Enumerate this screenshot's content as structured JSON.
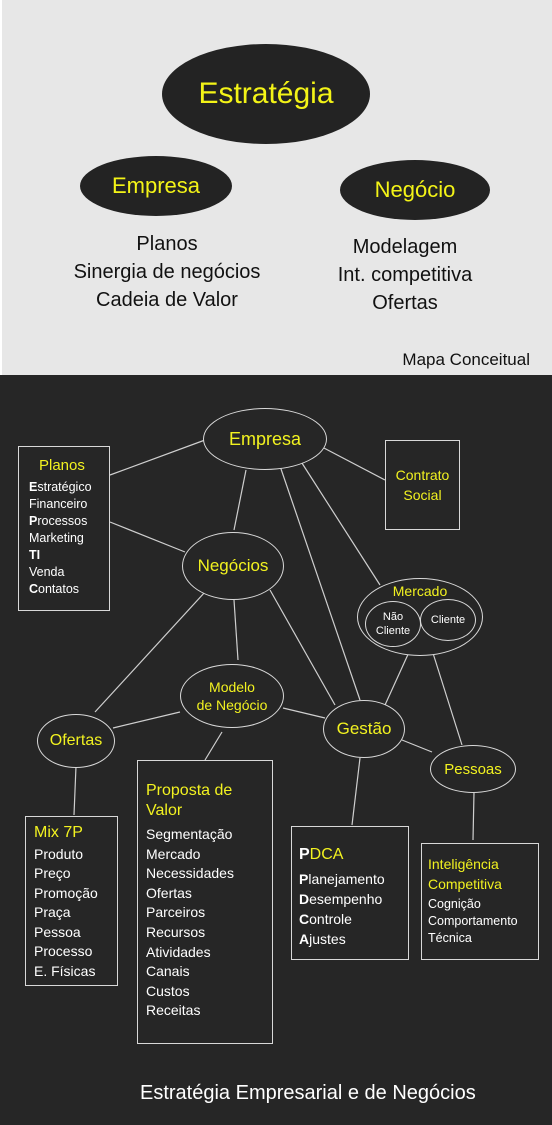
{
  "concept_map": {
    "strategy": "Estratégia",
    "company": "Empresa",
    "business": "Negócio",
    "company_items": [
      "Planos",
      "Sinergia de negócios",
      "Cadeia de Valor"
    ],
    "business_items": [
      "Modelagem",
      "Int. competitiva",
      "Ofertas"
    ],
    "caption": "Mapa Conceitual"
  },
  "network": {
    "empresa": "Empresa",
    "negocios": "Negócios",
    "mercado": "Mercado",
    "nao_cliente": "Não\nCliente",
    "cliente": "Cliente",
    "modelo_negocio": "Modelo\nde Negócio",
    "gestao": "Gestão",
    "ofertas": "Ofertas",
    "pessoas": "Pessoas",
    "contrato_social": "Contrato\nSocial"
  },
  "boxes": {
    "planos": {
      "title": "Planos",
      "items": [
        {
          "lead": "E",
          "rest": "stratégico"
        },
        {
          "lead": "",
          "rest": "Financeiro"
        },
        {
          "lead": "P",
          "rest": "rocessos"
        },
        {
          "lead": "",
          "rest": "Marketing"
        },
        {
          "lead": "TI",
          "rest": ""
        },
        {
          "lead": "",
          "rest": "Venda"
        },
        {
          "lead": "C",
          "rest": "ontatos"
        }
      ]
    },
    "mix7p": {
      "title": "Mix 7P",
      "items": [
        "Produto",
        "Preço",
        "Promoção",
        "Praça",
        "Pessoa",
        "Processo",
        "E. Físicas"
      ]
    },
    "proposta": {
      "title": "Proposta de\nValor",
      "items": [
        "Segmentação",
        "Mercado",
        "Necessidades",
        "Ofertas",
        "Parceiros",
        "Recursos",
        "Atividades",
        "Canais",
        "Custos",
        "Receitas"
      ]
    },
    "pdca": {
      "title_lead": "P",
      "title_rest": "DCA",
      "items": [
        {
          "lead": "P",
          "rest": "lanejamento"
        },
        {
          "lead": "D",
          "rest": "esempenho"
        },
        {
          "lead": "C",
          "rest": "ontrole"
        },
        {
          "lead": "A",
          "rest": "justes"
        }
      ]
    },
    "inteligencia": {
      "title": "Inteligência\nCompetitiva",
      "items": [
        "Cognição",
        "Comportamento",
        "Técnica"
      ]
    }
  },
  "caption_bottom": "Estratégia Empresarial e de Negócios",
  "colors": {
    "accent": "#f2f220",
    "dark": "#262626",
    "light": "#e7e7e7",
    "line": "#d8d8d8"
  }
}
